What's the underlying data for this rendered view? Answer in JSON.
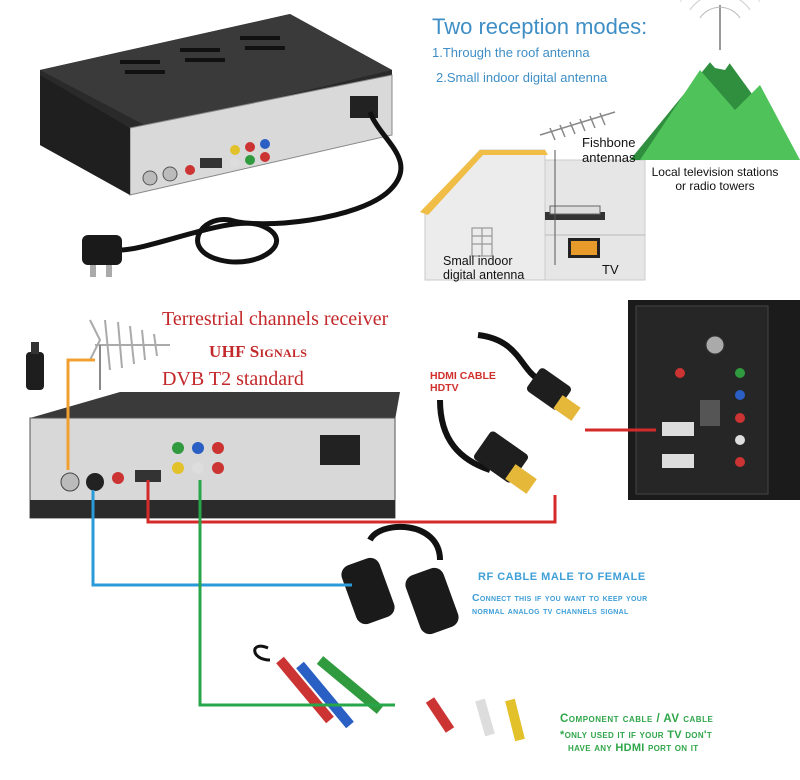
{
  "reception": {
    "title": "Two reception modes:",
    "mode1": "1.Through the roof antenna",
    "mode2": "2.Small indoor digital antenna",
    "fishbone_line1": "Fishbone",
    "fishbone_line2": "antennas",
    "tower_line1": "Local television stations",
    "tower_line2": "or radio towers",
    "small_antenna_line1": "Small indoor",
    "small_antenna_line2": "digital antenna",
    "tv": "TV"
  },
  "receiver": {
    "terrestrial": "Terrestrial channels receiver",
    "uhf": "UHF Signals",
    "dvb": "DVB T2 standard"
  },
  "hdmi": {
    "line1": "HDMI CABLE",
    "line2": "HDTV"
  },
  "rf": {
    "title": "RF CABLE MALE TO FEMALE",
    "sub_line1": "Connect this if you want to keep your",
    "sub_line2": "normal analog tv channels signal"
  },
  "component": {
    "title": "Component cable / AV cable",
    "sub_line1": "*only used it if your TV don't",
    "sub_line2": "have any HDMI port on it"
  },
  "colors": {
    "blue_label": "#3f8fc6",
    "red_label": "#c3282a",
    "rf_line": "#2a9bd8",
    "hdmi_line": "#d42a2a",
    "component_line": "#27a64a"
  }
}
